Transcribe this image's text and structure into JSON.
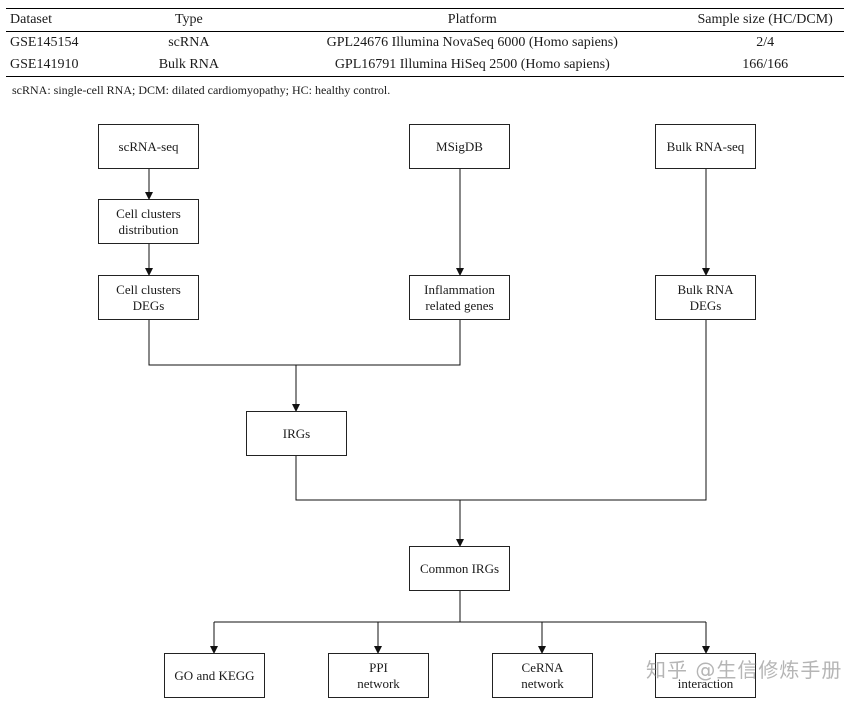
{
  "table": {
    "headers": [
      "Dataset",
      "Type",
      "Platform",
      "Sample size (HC/DCM)"
    ],
    "rows": [
      [
        "GSE145154",
        "scRNA",
        "GPL24676 Illumina NovaSeq 6000 (Homo sapiens)",
        "2/4"
      ],
      [
        "GSE141910",
        "Bulk RNA",
        "GPL16791 Illumina HiSeq 2500 (Homo sapiens)",
        "166/166"
      ]
    ],
    "footnote": "scRNA: single-cell RNA; DCM: dilated cardiomyopathy; HC: healthy control."
  },
  "flowchart": {
    "scrna_seq": "scRNA-seq",
    "msigdb": "MSigDB",
    "bulk_rna_seq": "Bulk RNA-seq",
    "cell_clusters_distribution": [
      "Cell clusters",
      "distribution"
    ],
    "cell_clusters_degs": [
      "Cell clusters",
      "DEGs"
    ],
    "inflammation_related_genes": [
      "Inflammation",
      "related genes"
    ],
    "bulk_rna_degs": [
      "Bulk RNA",
      "DEGs"
    ],
    "irgs": "IRGs",
    "common_irgs": "Common IRGs",
    "go_kegg": "GO and KEGG",
    "ppi_network": [
      "PPI",
      "network"
    ],
    "cerna_network": [
      "CeRNA",
      "network"
    ],
    "interaction": [
      "",
      "interaction"
    ]
  },
  "watermark": "知乎 @生信修炼手册"
}
